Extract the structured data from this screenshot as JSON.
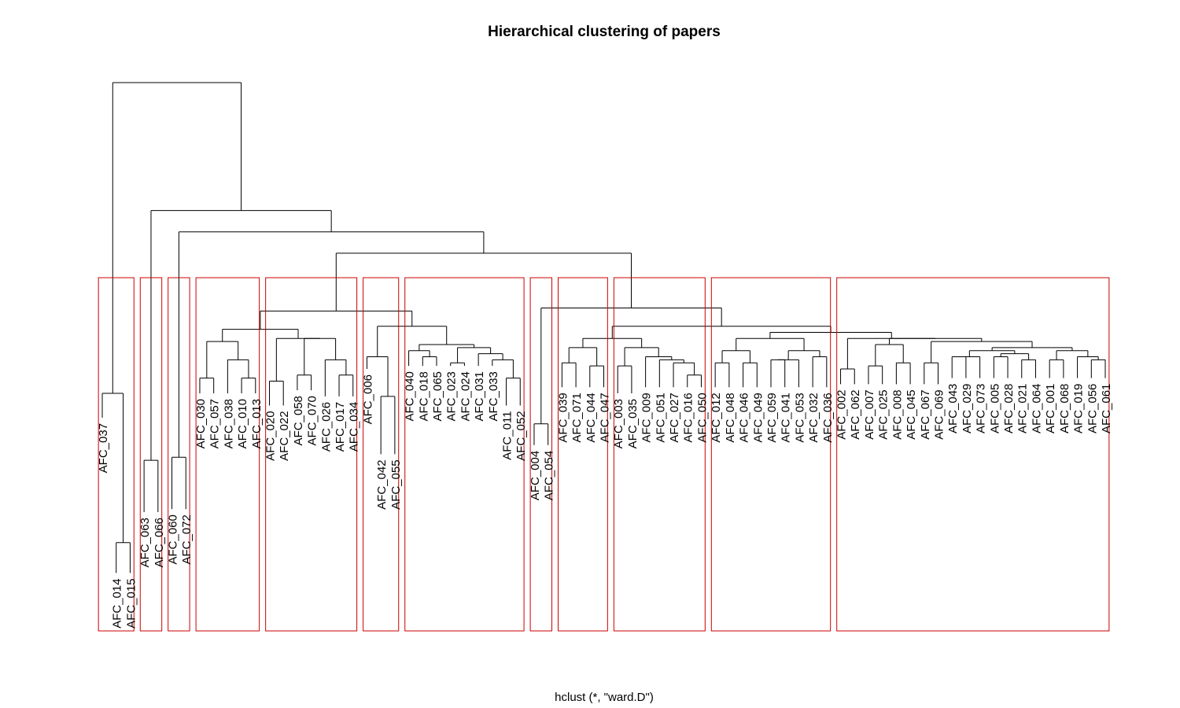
{
  "chart_data": {
    "type": "dendrogram",
    "title": "Hierarchical clustering of papers",
    "subtitle": "hclust (*, \"ward.D\")",
    "method": "ward.D",
    "axes_shown": false,
    "grid": false,
    "link_color": "#000000",
    "cluster_box_color": "#cc0000",
    "leaf_order": [
      "AFC_037",
      "AFC_014",
      "AFC_015",
      "AFC_063",
      "AFC_066",
      "AFC_060",
      "AFC_072",
      "AFC_030",
      "AFC_057",
      "AFC_038",
      "AFC_010",
      "AFC_013",
      "AFC_020",
      "AFC_022",
      "AFC_058",
      "AFC_070",
      "AFC_026",
      "AFC_017",
      "AFC_034",
      "AFC_006",
      "AFC_042",
      "AFC_055",
      "AFC_040",
      "AFC_018",
      "AFC_065",
      "AFC_023",
      "AFC_024",
      "AFC_031",
      "AFC_033",
      "AFC_011",
      "AFC_052",
      "AFC_004",
      "AFC_054",
      "AFC_039",
      "AFC_071",
      "AFC_044",
      "AFC_047",
      "AFC_003",
      "AFC_035",
      "AFC_009",
      "AFC_051",
      "AFC_027",
      "AFC_016",
      "AFC_050",
      "AFC_012",
      "AFC_048",
      "AFC_046",
      "AFC_049",
      "AFC_059",
      "AFC_041",
      "AFC_053",
      "AFC_032",
      "AFC_036",
      "AFC_002",
      "AFC_062",
      "AFC_007",
      "AFC_025",
      "AFC_008",
      "AFC_045",
      "AFC_067",
      "AFC_069",
      "AFC_043",
      "AFC_029",
      "AFC_073",
      "AFC_005",
      "AFC_028",
      "AFC_021",
      "AFC_064",
      "AFC_001",
      "AFC_068",
      "AFC_019",
      "AFC_056",
      "AFC_061"
    ],
    "clusters": [
      [
        "AFC_037",
        "AFC_014",
        "AFC_015"
      ],
      [
        "AFC_063",
        "AFC_066"
      ],
      [
        "AFC_060",
        "AFC_072"
      ],
      [
        "AFC_030",
        "AFC_057",
        "AFC_038",
        "AFC_010",
        "AFC_013"
      ],
      [
        "AFC_020",
        "AFC_022",
        "AFC_058",
        "AFC_070",
        "AFC_026",
        "AFC_017",
        "AFC_034"
      ],
      [
        "AFC_006",
        "AFC_042",
        "AFC_055"
      ],
      [
        "AFC_040",
        "AFC_018",
        "AFC_065",
        "AFC_023",
        "AFC_024",
        "AFC_031",
        "AFC_033",
        "AFC_011",
        "AFC_052"
      ],
      [
        "AFC_004",
        "AFC_054"
      ],
      [
        "AFC_039",
        "AFC_071",
        "AFC_044",
        "AFC_047"
      ],
      [
        "AFC_003",
        "AFC_035",
        "AFC_009",
        "AFC_051",
        "AFC_027",
        "AFC_016",
        "AFC_050"
      ],
      [
        "AFC_012",
        "AFC_048",
        "AFC_046",
        "AFC_049",
        "AFC_059",
        "AFC_041",
        "AFC_053",
        "AFC_032",
        "AFC_036"
      ],
      [
        "AFC_002",
        "AFC_062",
        "AFC_007",
        "AFC_025",
        "AFC_008",
        "AFC_045",
        "AFC_067",
        "AFC_069",
        "AFC_043",
        "AFC_029",
        "AFC_073",
        "AFC_005",
        "AFC_028",
        "AFC_021",
        "AFC_064",
        "AFC_001",
        "AFC_068",
        "AFC_019",
        "AFC_056",
        "AFC_061"
      ]
    ],
    "leaf_hang": {
      "AFC_037": 0.7,
      "AFC_014": 0.19,
      "AFC_015": 0.19,
      "AFC_063": 0.39,
      "AFC_066": 0.39,
      "AFC_060": 0.4,
      "AFC_072": 0.4,
      "AFC_030": 0.78,
      "AFC_057": 0.78,
      "AFC_038": 0.78,
      "AFC_010": 0.78,
      "AFC_013": 0.78,
      "AFC_020": 0.74,
      "AFC_022": 0.74,
      "AFC_058": 0.79,
      "AFC_070": 0.79,
      "AFC_026": 0.77,
      "AFC_017": 0.77,
      "AFC_034": 0.77,
      "AFC_006": 0.86,
      "AFC_042": 0.58,
      "AFC_055": 0.58,
      "AFC_040": 0.87,
      "AFC_018": 0.87,
      "AFC_065": 0.87,
      "AFC_023": 0.87,
      "AFC_024": 0.87,
      "AFC_031": 0.87,
      "AFC_033": 0.87,
      "AFC_011": 0.74,
      "AFC_052": 0.74,
      "AFC_004": 0.61,
      "AFC_054": 0.61,
      "AFC_039": 0.8,
      "AFC_071": 0.8,
      "AFC_044": 0.8,
      "AFC_047": 0.8,
      "AFC_003": 0.78,
      "AFC_035": 0.78,
      "AFC_009": 0.8,
      "AFC_051": 0.8,
      "AFC_027": 0.8,
      "AFC_016": 0.8,
      "AFC_050": 0.8,
      "AFC_012": 0.8,
      "AFC_048": 0.8,
      "AFC_046": 0.8,
      "AFC_049": 0.8,
      "AFC_059": 0.8,
      "AFC_041": 0.8,
      "AFC_053": 0.8,
      "AFC_032": 0.8,
      "AFC_036": 0.8,
      "AFC_002": 0.81,
      "AFC_062": 0.81,
      "AFC_007": 0.81,
      "AFC_025": 0.81,
      "AFC_008": 0.81,
      "AFC_045": 0.81,
      "AFC_067": 0.81,
      "AFC_069": 0.81,
      "AFC_043": 0.83,
      "AFC_029": 0.83,
      "AFC_073": 0.83,
      "AFC_005": 0.83,
      "AFC_028": 0.83,
      "AFC_021": 0.83,
      "AFC_064": 0.83,
      "AFC_001": 0.83,
      "AFC_068": 0.83,
      "AFC_019": 0.83,
      "AFC_056": 0.83,
      "AFC_061": 0.83
    },
    "merges": [
      {
        "id": "m_14_15",
        "children": [
          "AFC_014",
          "AFC_015"
        ],
        "height": 0.29
      },
      {
        "id": "g1",
        "children": [
          "AFC_037",
          "m_14_15"
        ],
        "height": 0.78
      },
      {
        "id": "m_63_66",
        "children": [
          "AFC_063",
          "AFC_066"
        ],
        "height": 0.56
      },
      {
        "id": "m_60_72",
        "children": [
          "AFC_060",
          "AFC_072"
        ],
        "height": 0.57
      },
      {
        "id": "m_30_57",
        "children": [
          "AFC_030",
          "AFC_057"
        ],
        "height": 0.83
      },
      {
        "id": "m_10_13",
        "children": [
          "AFC_010",
          "AFC_013"
        ],
        "height": 0.83
      },
      {
        "id": "m_38_b",
        "children": [
          "AFC_038",
          "m_10_13"
        ],
        "height": 0.89
      },
      {
        "id": "g4",
        "children": [
          "m_30_57",
          "m_38_b"
        ],
        "height": 0.95
      },
      {
        "id": "m_20_22",
        "children": [
          "AFC_020",
          "AFC_022"
        ],
        "height": 0.82
      },
      {
        "id": "m_58_70",
        "children": [
          "AFC_058",
          "AFC_070"
        ],
        "height": 0.84
      },
      {
        "id": "m_17_34",
        "children": [
          "AFC_017",
          "AFC_034"
        ],
        "height": 0.84
      },
      {
        "id": "m_26_b",
        "children": [
          "AFC_026",
          "m_17_34"
        ],
        "height": 0.89
      },
      {
        "id": "m_5870_26",
        "children": [
          "m_58_70",
          "m_26_b"
        ],
        "height": 0.96
      },
      {
        "id": "g5",
        "children": [
          "m_20_22",
          "m_5870_26"
        ],
        "height": 0.96
      },
      {
        "id": "g45",
        "children": [
          "g4",
          "g5"
        ],
        "height": 0.99
      },
      {
        "id": "m_42_55",
        "children": [
          "AFC_042",
          "AFC_055"
        ],
        "height": 0.77
      },
      {
        "id": "g6",
        "children": [
          "AFC_006",
          "m_42_55"
        ],
        "height": 0.9
      },
      {
        "id": "m_18_65",
        "children": [
          "AFC_018",
          "AFC_065"
        ],
        "height": 0.9
      },
      {
        "id": "m_40_b",
        "children": [
          "AFC_040",
          "m_18_65"
        ],
        "height": 0.92
      },
      {
        "id": "m_23_24",
        "children": [
          "AFC_023",
          "AFC_024"
        ],
        "height": 0.88
      },
      {
        "id": "m_11_52",
        "children": [
          "AFC_011",
          "AFC_052"
        ],
        "height": 0.83
      },
      {
        "id": "m_33_b",
        "children": [
          "AFC_033",
          "m_11_52"
        ],
        "height": 0.89
      },
      {
        "id": "m_31_b",
        "children": [
          "AFC_031",
          "m_33_b"
        ],
        "height": 0.91
      },
      {
        "id": "m_23_31",
        "children": [
          "m_23_24",
          "m_31_b"
        ],
        "height": 0.93
      },
      {
        "id": "m_40_23",
        "children": [
          "m_40_b",
          "m_23_31"
        ],
        "height": 0.94
      },
      {
        "id": "g7",
        "children": [
          "m_40_23"
        ],
        "height": 0.94
      },
      {
        "id": "g67",
        "children": [
          "g6",
          "g7"
        ],
        "height": 1.0
      },
      {
        "id": "g4567",
        "children": [
          "g45",
          "g67"
        ],
        "height": 1.05
      },
      {
        "id": "m_04_54",
        "children": [
          "AFC_004",
          "AFC_054"
        ],
        "height": 0.68
      },
      {
        "id": "m_39_71",
        "children": [
          "AFC_039",
          "AFC_071"
        ],
        "height": 0.88
      },
      {
        "id": "m_44_47",
        "children": [
          "AFC_044",
          "AFC_047"
        ],
        "height": 0.87
      },
      {
        "id": "g9",
        "children": [
          "m_39_71",
          "m_44_47"
        ],
        "height": 0.93
      },
      {
        "id": "m_03_35",
        "children": [
          "AFC_003",
          "AFC_035"
        ],
        "height": 0.87
      },
      {
        "id": "m_16_50",
        "children": [
          "AFC_016",
          "AFC_050"
        ],
        "height": 0.84
      },
      {
        "id": "m_27_b",
        "children": [
          "AFC_027",
          "m_16_50"
        ],
        "height": 0.88
      },
      {
        "id": "m_51_b",
        "children": [
          "AFC_051",
          "m_27_b"
        ],
        "height": 0.89
      },
      {
        "id": "m_09_b",
        "children": [
          "AFC_009",
          "m_51_b"
        ],
        "height": 0.9
      },
      {
        "id": "m_10_c",
        "children": [
          "m_03_35",
          "m_09_b"
        ],
        "height": 0.93
      },
      {
        "id": "m_09_10",
        "children": [
          "g9",
          "m_10_c"
        ],
        "height": 0.96
      },
      {
        "id": "m_12_48",
        "children": [
          "AFC_012",
          "AFC_048"
        ],
        "height": 0.88
      },
      {
        "id": "m_46_49",
        "children": [
          "AFC_046",
          "AFC_049"
        ],
        "height": 0.88
      },
      {
        "id": "m_12_46",
        "children": [
          "m_12_48",
          "m_46_49"
        ],
        "height": 0.92
      },
      {
        "id": "m_59_41",
        "children": [
          "AFC_059",
          "AFC_041"
        ],
        "height": 0.89
      },
      {
        "id": "m_53_b",
        "children": [
          "m_59_41",
          "AFC_053"
        ],
        "height": 0.89
      },
      {
        "id": "m_32_36",
        "children": [
          "AFC_032",
          "AFC_036"
        ],
        "height": 0.9
      },
      {
        "id": "m_59_32",
        "children": [
          "m_53_b",
          "m_32_36"
        ],
        "height": 0.92
      },
      {
        "id": "g11",
        "children": [
          "m_12_46",
          "m_59_32"
        ],
        "height": 0.96
      },
      {
        "id": "m_002_062",
        "children": [
          "AFC_002",
          "AFC_062"
        ],
        "height": 0.86
      },
      {
        "id": "m_07_25",
        "children": [
          "AFC_007",
          "AFC_025"
        ],
        "height": 0.87
      },
      {
        "id": "m_08_45",
        "children": [
          "AFC_008",
          "AFC_045"
        ],
        "height": 0.88
      },
      {
        "id": "m_0725_0845",
        "children": [
          "m_07_25",
          "m_08_45"
        ],
        "height": 0.94
      },
      {
        "id": "m_67_69",
        "children": [
          "AFC_067",
          "AFC_069"
        ],
        "height": 0.88
      },
      {
        "id": "m_43_29",
        "children": [
          "AFC_043",
          "AFC_029"
        ],
        "height": 0.9
      },
      {
        "id": "m_73_b",
        "children": [
          "m_43_29",
          "AFC_073"
        ],
        "height": 0.9
      },
      {
        "id": "m_05_28",
        "children": [
          "AFC_005",
          "AFC_028"
        ],
        "height": 0.9
      },
      {
        "id": "m_21_64",
        "children": [
          "AFC_021",
          "AFC_064"
        ],
        "height": 0.89
      },
      {
        "id": "m_0528_2164",
        "children": [
          "m_05_28",
          "m_21_64"
        ],
        "height": 0.91
      },
      {
        "id": "m_43_05",
        "children": [
          "m_73_b",
          "m_0528_2164"
        ],
        "height": 0.92
      },
      {
        "id": "m_01_68",
        "children": [
          "AFC_001",
          "AFC_068"
        ],
        "height": 0.89
      },
      {
        "id": "m_56_61",
        "children": [
          "AFC_056",
          "AFC_061"
        ],
        "height": 0.89
      },
      {
        "id": "m_19_b",
        "children": [
          "AFC_019",
          "m_56_61"
        ],
        "height": 0.9
      },
      {
        "id": "m_01_19",
        "children": [
          "m_01_68",
          "m_19_b"
        ],
        "height": 0.92
      },
      {
        "id": "m_43_01",
        "children": [
          "m_43_05",
          "m_01_19"
        ],
        "height": 0.93
      },
      {
        "id": "m_67_43",
        "children": [
          "m_67_69",
          "m_43_01"
        ],
        "height": 0.95
      },
      {
        "id": "m_07_67",
        "children": [
          "m_0725_0845",
          "m_67_43"
        ],
        "height": 0.96
      },
      {
        "id": "g12",
        "children": [
          "m_002_062",
          "m_07_67"
        ],
        "height": 0.96
      },
      {
        "id": "m_11_12",
        "children": [
          "g11",
          "g12"
        ],
        "height": 0.98
      },
      {
        "id": "m_9to12",
        "children": [
          "m_09_10",
          "m_11_12"
        ],
        "height": 1.0
      },
      {
        "id": "m_8to12",
        "children": [
          "m_04_54",
          "m_9to12"
        ],
        "height": 1.06
      },
      {
        "id": "m_4to12",
        "children": [
          "g4567",
          "m_8to12"
        ],
        "height": 1.24
      },
      {
        "id": "m_3to12",
        "children": [
          "m_60_72",
          "m_4to12"
        ],
        "height": 1.31
      },
      {
        "id": "m_2to12",
        "children": [
          "m_63_66",
          "m_3to12"
        ],
        "height": 1.38
      },
      {
        "id": "root",
        "children": [
          "g1",
          "m_2to12"
        ],
        "height": 1.8
      }
    ]
  }
}
